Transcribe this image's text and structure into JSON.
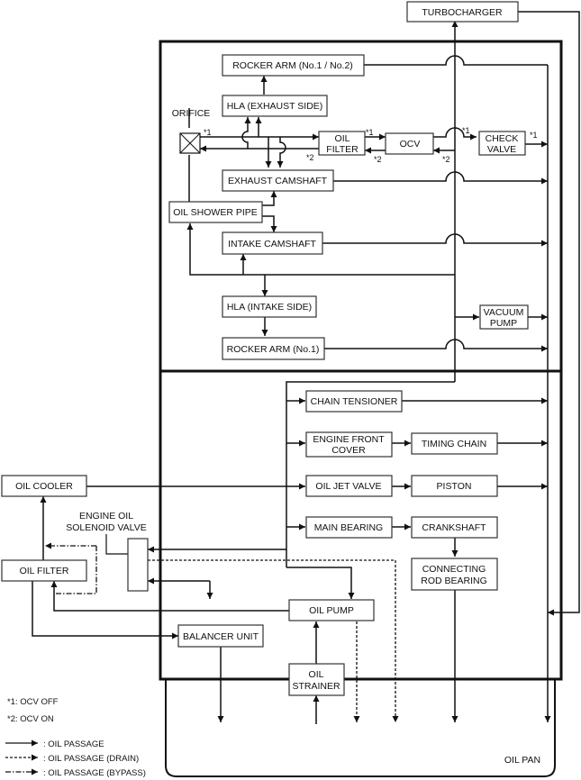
{
  "title": "Engine oil flow diagram",
  "components": {
    "turbocharger": "TURBOCHARGER",
    "rocker_arm_12": "ROCKER ARM (No.1 / No.2)",
    "hla_exhaust": "HLA (EXHAUST SIDE)",
    "orifice": "ORIFICE",
    "oil_filter_upper": [
      "OIL",
      "FILTER"
    ],
    "ocv": "OCV",
    "check_valve": [
      "CHECK",
      "VALVE"
    ],
    "exhaust_camshaft": "EXHAUST CAMSHAFT",
    "oil_shower_pipe": "OIL SHOWER PIPE",
    "intake_camshaft": "INTAKE CAMSHAFT",
    "hla_intake": "HLA (INTAKE SIDE)",
    "vacuum_pump": [
      "VACUUM",
      "PUMP"
    ],
    "rocker_arm_1": "ROCKER ARM (No.1)",
    "chain_tensioner": "CHAIN TENSIONER",
    "engine_front_cover": [
      "ENGINE FRONT",
      "COVER"
    ],
    "timing_chain": "TIMING CHAIN",
    "oil_cooler": "OIL COOLER",
    "oil_jet_valve": "OIL JET VALVE",
    "piston": "PISTON",
    "engine_oil_solenoid_valve": [
      "ENGINE OIL",
      "SOLENOID VALVE"
    ],
    "main_bearing": "MAIN BEARING",
    "crankshaft": "CRANKSHAFT",
    "oil_filter_lower": "OIL FILTER",
    "connecting_rod_bearing": [
      "CONNECTING",
      "ROD BEARING"
    ],
    "oil_pump": "OIL PUMP",
    "balancer_unit": "BALANCER UNIT",
    "oil_strainer": [
      "OIL",
      "STRAINER"
    ],
    "oil_pan": "OIL PAN"
  },
  "annotations": {
    "star1": "*1",
    "star2": "*2"
  },
  "notes": [
    "*1: OCV OFF",
    "*2: OCV ON"
  ],
  "legend": [
    {
      "style": "solid",
      "label": ": OIL PASSAGE"
    },
    {
      "style": "drain",
      "label": ": OIL PASSAGE (DRAIN)"
    },
    {
      "style": "bypass",
      "label": ": OIL PASSAGE (BYPASS)"
    }
  ]
}
